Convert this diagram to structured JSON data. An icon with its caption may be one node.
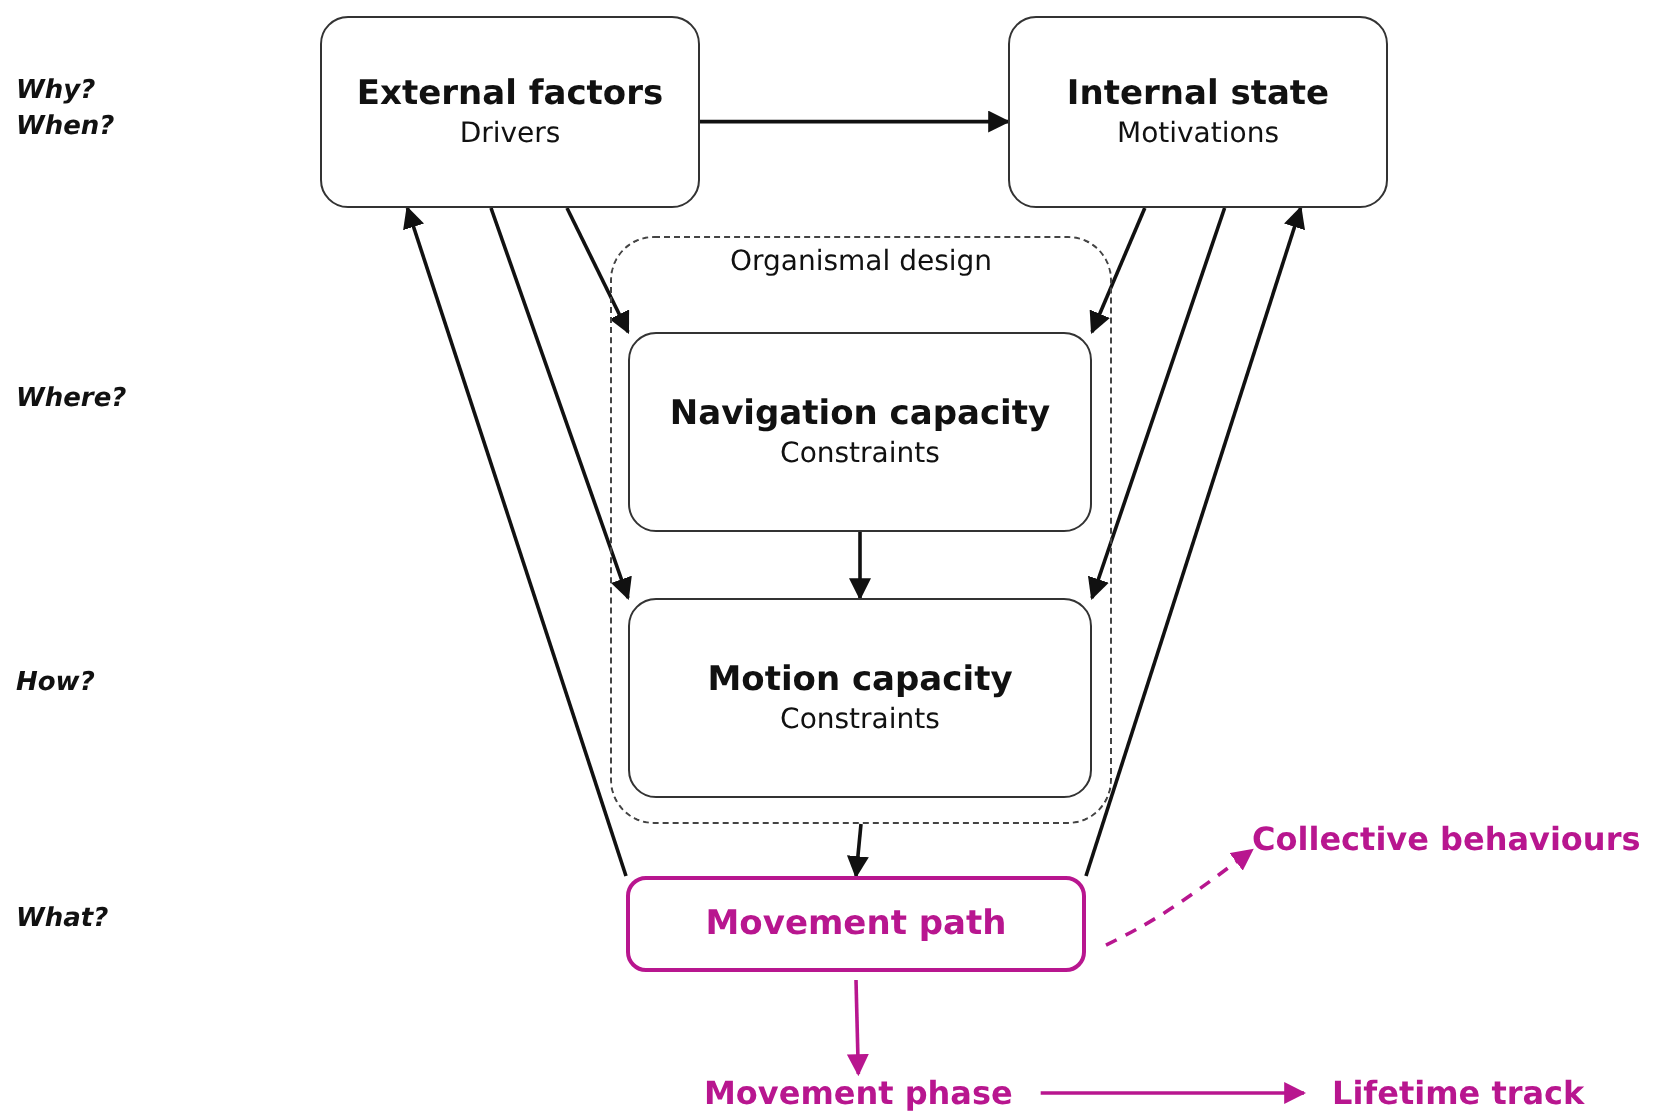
{
  "diagram": {
    "nodes": [
      {
        "text": [
          "External factors",
          "Drivers"
        ]
      },
      {
        "text": [
          "Internal state",
          "Motivations"
        ]
      },
      {
        "text": [
          "Organismal design"
        ]
      },
      {
        "text": [
          "Navigation capacity",
          "Constraints"
        ],
        "in": 2
      },
      {
        "text": [
          "Motion capacity",
          "Constraints"
        ],
        "in": 2
      },
      {
        "text": [
          "Movement path"
        ]
      },
      {
        "text": [
          "Collective behaviours"
        ]
      },
      {
        "text": [
          "Movement phase"
        ]
      },
      {
        "text": [
          "Lifetime track"
        ]
      }
    ],
    "edges": [
      {
        "from": 0,
        "to": 1,
        "arrow": "to"
      },
      {
        "from": 0,
        "to": 3,
        "arrow": "to"
      },
      {
        "from": 0,
        "to": 4,
        "arrow": "to"
      },
      {
        "from": 1,
        "to": 3,
        "arrow": "to"
      },
      {
        "from": 1,
        "to": 4,
        "arrow": "to"
      },
      {
        "from": 3,
        "to": 4,
        "arrow": "to"
      },
      {
        "from": 2,
        "to": 5,
        "arrow": "to"
      },
      {
        "from": 5,
        "to": 0,
        "arrow": "to"
      },
      {
        "from": 5,
        "to": 1,
        "arrow": "to"
      },
      {
        "from": 5,
        "to": 6,
        "arrow": "to",
        "style": "dashed",
        "color": "#b8168f"
      },
      {
        "from": 5,
        "to": 7,
        "arrow": "to",
        "color": "#b8168f"
      },
      {
        "from": 7,
        "to": 8,
        "arrow": "to",
        "color": "#b8168f"
      }
    ],
    "labels": [
      "Why?",
      "When?",
      "Where?",
      "How?",
      "What?"
    ]
  }
}
